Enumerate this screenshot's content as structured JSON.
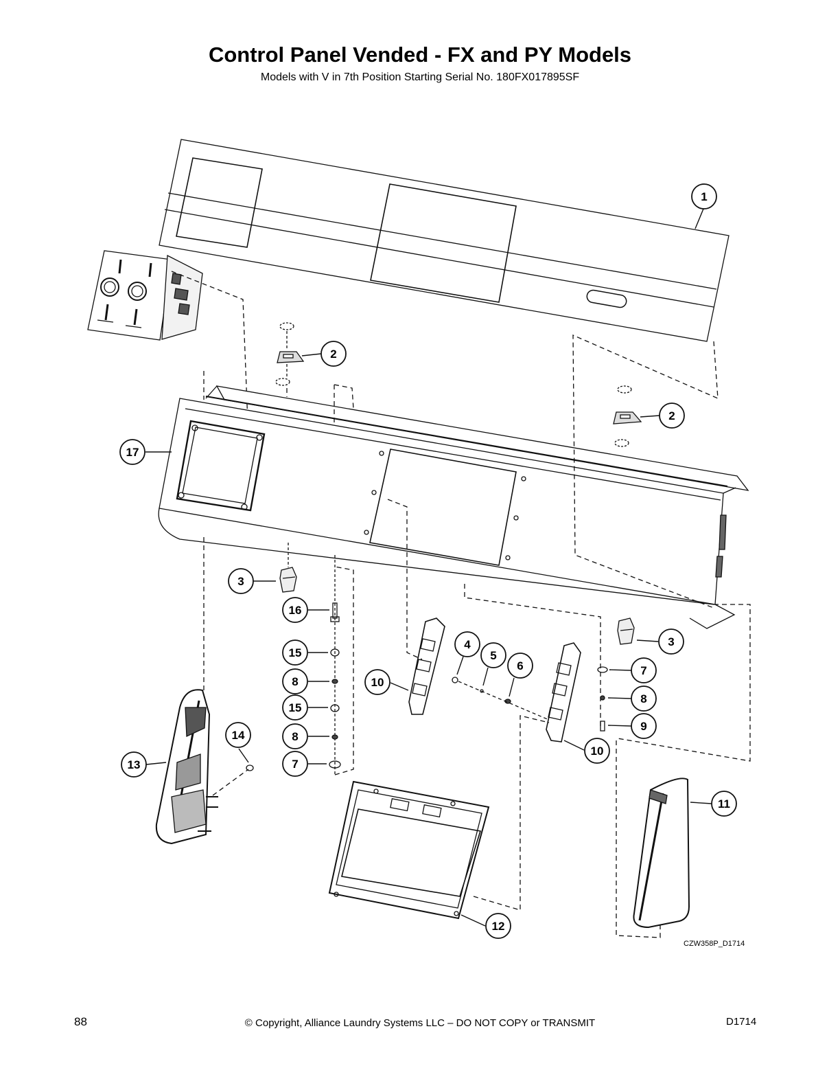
{
  "header": {
    "title": "Control Panel Vended - FX and PY Models",
    "subtitle": "Models with V in 7th Position Starting Serial No. 180FX017895SF"
  },
  "figure": {
    "drawing_code": "CZW358P_D1714",
    "callouts": [
      {
        "id": "c1",
        "label": "1"
      },
      {
        "id": "c2a",
        "label": "2"
      },
      {
        "id": "c2b",
        "label": "2"
      },
      {
        "id": "c17",
        "label": "17"
      },
      {
        "id": "c3a",
        "label": "3"
      },
      {
        "id": "c16",
        "label": "16"
      },
      {
        "id": "c15a",
        "label": "15"
      },
      {
        "id": "c8a",
        "label": "8"
      },
      {
        "id": "c15b",
        "label": "15"
      },
      {
        "id": "c8b",
        "label": "8"
      },
      {
        "id": "c7a",
        "label": "7"
      },
      {
        "id": "c14",
        "label": "14"
      },
      {
        "id": "c13",
        "label": "13"
      },
      {
        "id": "c10a",
        "label": "10"
      },
      {
        "id": "c4",
        "label": "4"
      },
      {
        "id": "c5",
        "label": "5"
      },
      {
        "id": "c6",
        "label": "6"
      },
      {
        "id": "c10b",
        "label": "10"
      },
      {
        "id": "c3b",
        "label": "3"
      },
      {
        "id": "c7b",
        "label": "7"
      },
      {
        "id": "c8c",
        "label": "8"
      },
      {
        "id": "c9",
        "label": "9"
      },
      {
        "id": "c11",
        "label": "11"
      },
      {
        "id": "c12",
        "label": "12"
      }
    ]
  },
  "footer": {
    "page_number": "88",
    "copyright": "© Copyright, Alliance Laundry Systems LLC – DO NOT COPY or TRANSMIT",
    "doc_id": "D1714"
  }
}
